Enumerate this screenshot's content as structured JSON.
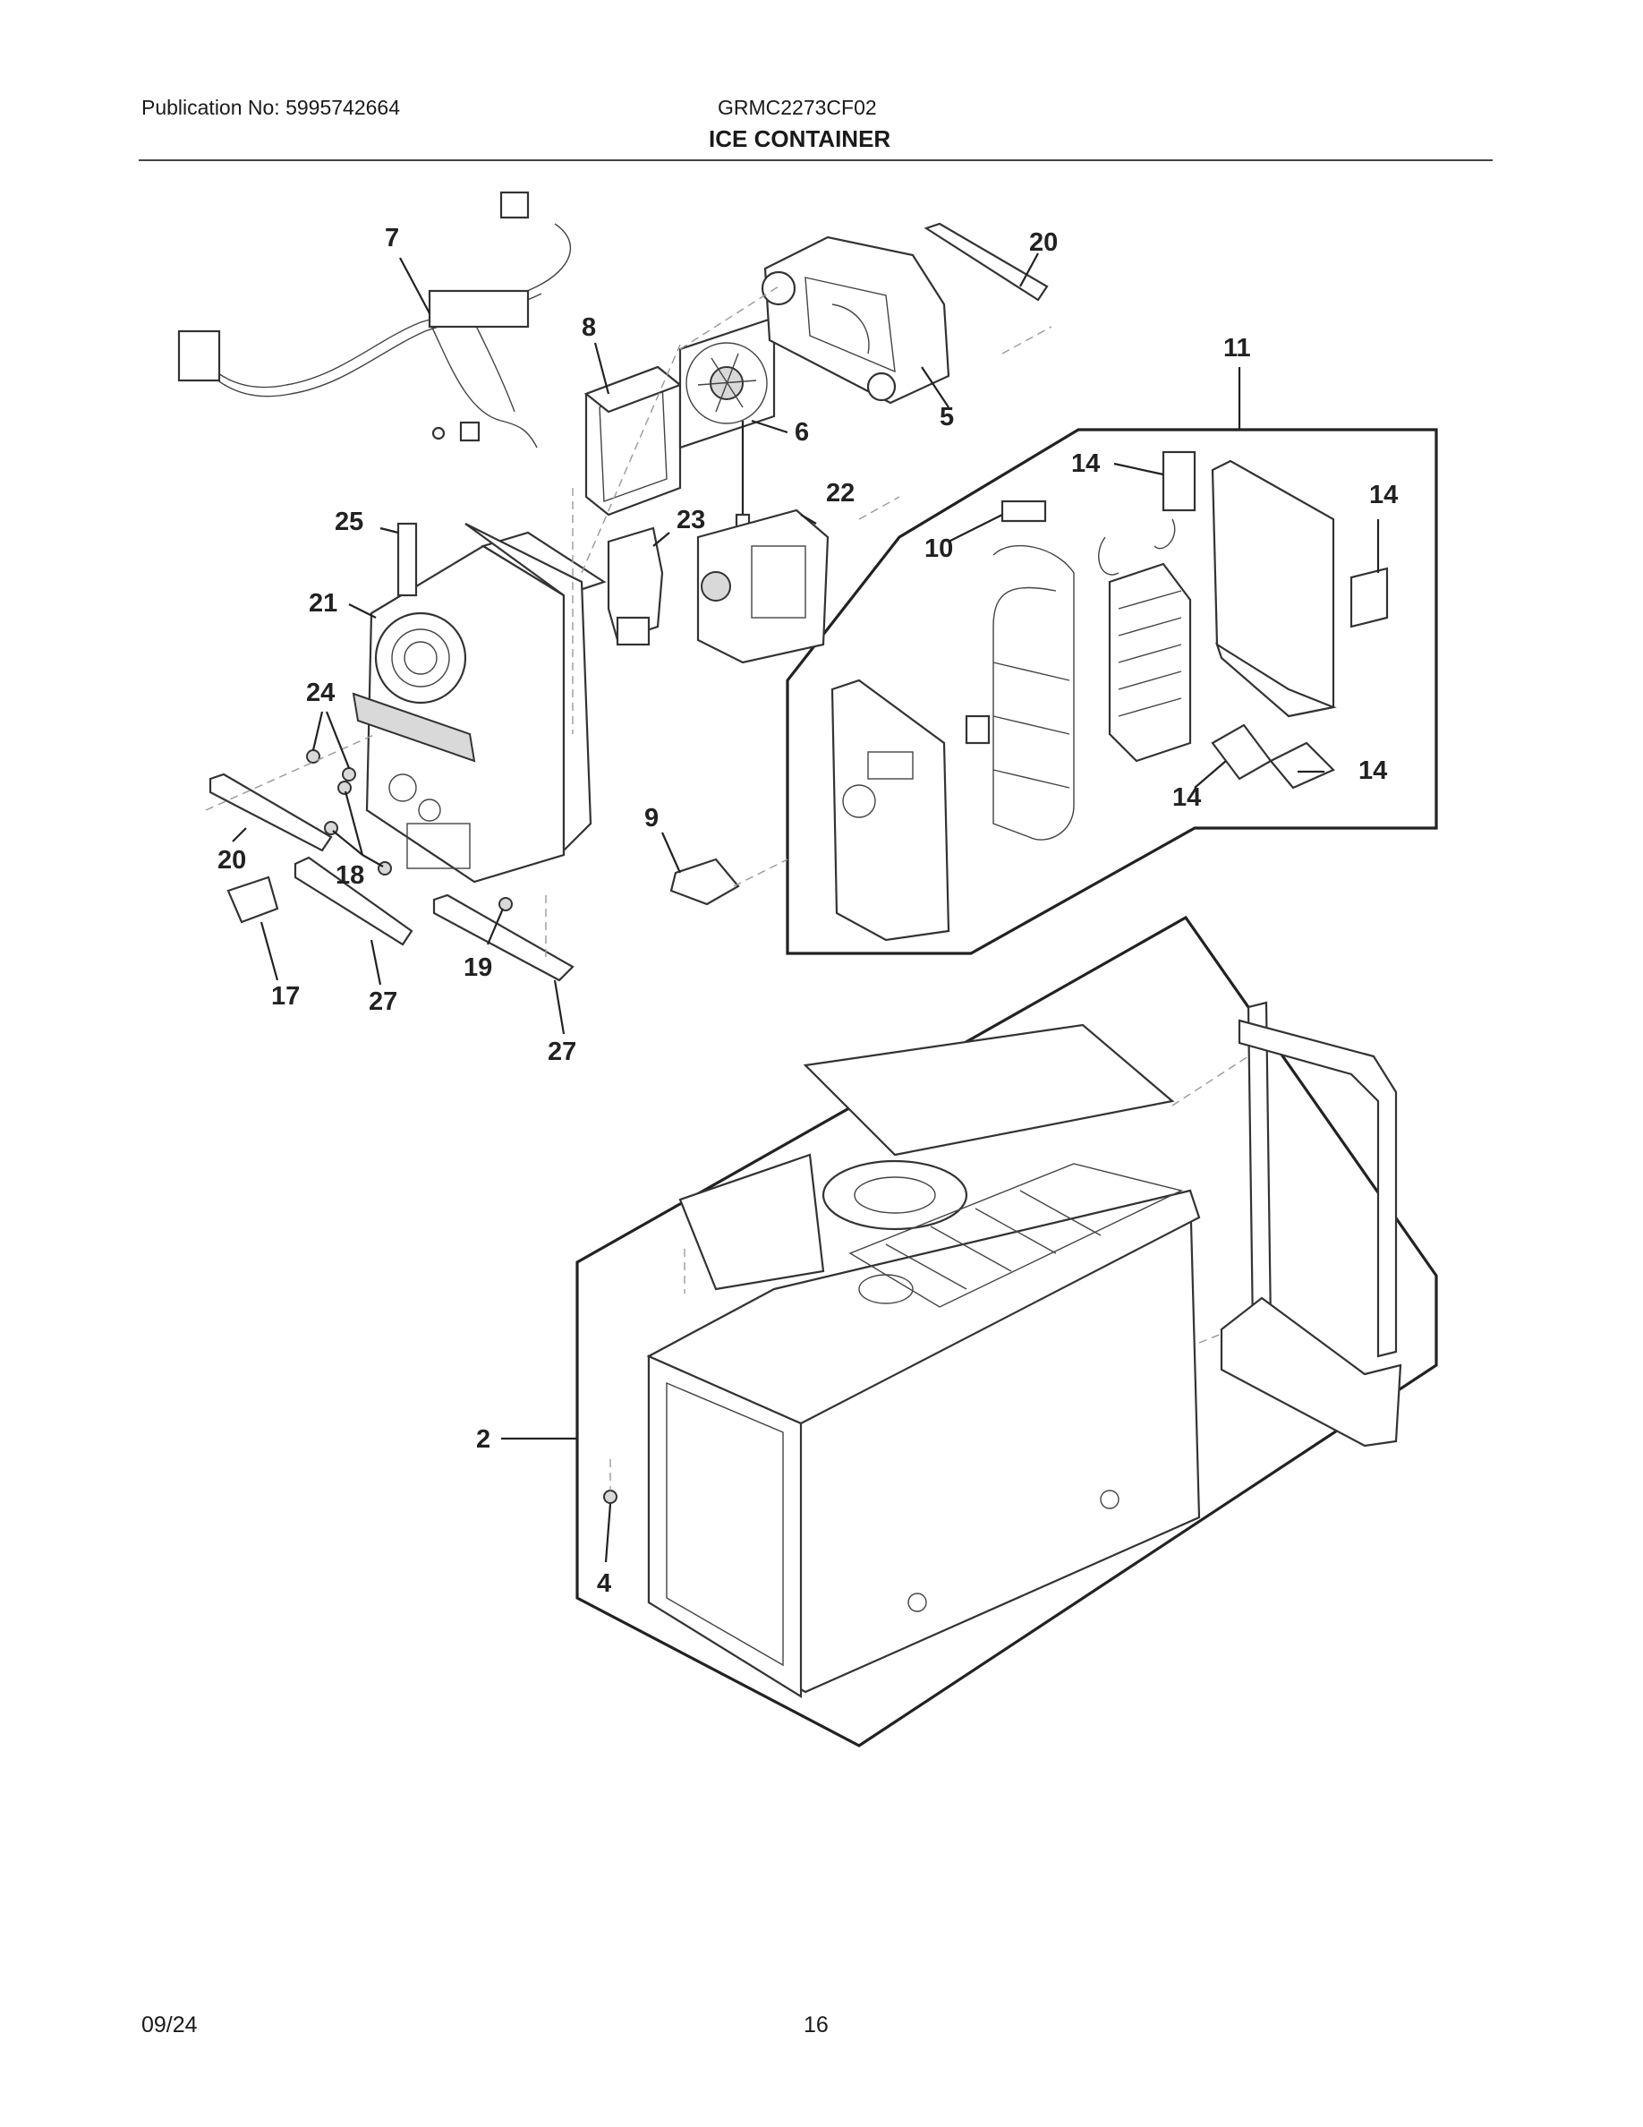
{
  "header": {
    "publication": "Publication No: 5995742664",
    "model": "GRMC2273CF02",
    "title": "ICE CONTAINER"
  },
  "footer": {
    "date": "09/24",
    "page": "16"
  },
  "callouts": {
    "c7": "7",
    "c8": "8",
    "c6": "6",
    "c5": "5",
    "c20a": "20",
    "c11": "11",
    "c14a": "14",
    "c14b": "14",
    "c14c": "14",
    "c14d": "14",
    "c10": "10",
    "c22": "22",
    "c23": "23",
    "c25": "25",
    "c21": "21",
    "c24": "24",
    "c20b": "20",
    "c18": "18",
    "c17": "17",
    "c27a": "27",
    "c19": "19",
    "c27b": "27",
    "c9": "9",
    "c2": "2",
    "c4": "4"
  }
}
